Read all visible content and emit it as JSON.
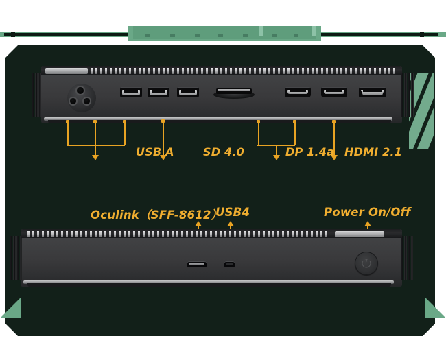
{
  "page": {
    "background_color": "#ffffff",
    "panel_color": "#122019",
    "accent_color": "#f0ae30",
    "green_color": "#6aa887",
    "title": "Mini PC rear and front port diagram"
  },
  "banner": {
    "name": "cropped-green-title-banner",
    "visible_text": ""
  },
  "devices": [
    {
      "id": "top-device",
      "name": "mini-pc-rear-panel",
      "ports": [
        {
          "name": "power-connector-3pin",
          "label": ""
        },
        {
          "name": "usb-a-port-1",
          "label": "USB A"
        },
        {
          "name": "usb-a-port-2",
          "label": "USB A"
        },
        {
          "name": "usb-a-port-3",
          "label": "USB A"
        },
        {
          "name": "sd-card-slot",
          "label": "SD 4.0"
        },
        {
          "name": "displayport-1",
          "label": "DP 1.4a"
        },
        {
          "name": "displayport-2",
          "label": "DP 1.4a"
        },
        {
          "name": "hdmi-port",
          "label": "HDMI 2.1"
        }
      ]
    },
    {
      "id": "bottom-device",
      "name": "mini-pc-front-panel",
      "ports": [
        {
          "name": "oculink-port",
          "label": "Oculink（SFF-8612）"
        },
        {
          "name": "usb4-port",
          "label": "USB4"
        },
        {
          "name": "power-button",
          "label": "Power On/Off"
        }
      ]
    }
  ],
  "callouts": {
    "top_row": [
      {
        "id": "usb-a",
        "text": "USB A"
      },
      {
        "id": "sd",
        "text": "SD 4.0"
      },
      {
        "id": "dp",
        "text": "DP 1.4a"
      },
      {
        "id": "hdmi",
        "text": "HDMI 2.1"
      }
    ],
    "bottom_row": [
      {
        "id": "oculink",
        "text": "Oculink（SFF-8612）"
      },
      {
        "id": "usb4",
        "text": "USB4"
      },
      {
        "id": "power",
        "text": "Power On/Off"
      }
    ]
  }
}
